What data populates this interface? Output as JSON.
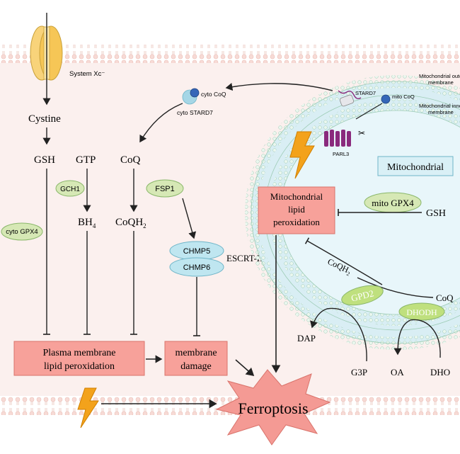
{
  "labels": {
    "system_xc": "System Xc⁻",
    "cystine": "Cystine",
    "gsh_left": "GSH",
    "gtp": "GTP",
    "coq_cyto": "CoQ",
    "gch1": "GCH1",
    "bh4": "BH",
    "bh4_sub": "4",
    "fsp1": "FSP1",
    "coqh2_left": "CoQH",
    "coqh2_left_sub": "2",
    "cyto_gpx4": "cyto GPX4",
    "chmp5": "CHMP5",
    "chmp6": "CHMP6",
    "escrt": "ESCRT-III",
    "pm_lipid_line1": "Plasma membrane",
    "pm_lipid_line2": "lipid peroxidation",
    "membrane_damage_line1": "membrane",
    "membrane_damage_line2": "damage",
    "ferroptosis": "Ferroptosis",
    "cyto_coq_small": "cyto CoQ",
    "cyto_stard7": "cyto STARD7",
    "stard7": "STARD7",
    "mito_coq_small": "mito CoQ",
    "mito_outer": "Mitochondrial outer",
    "mito_outer2": "membrane",
    "mito_inner": "Mitochondrial inner",
    "mito_inner2": "membrane",
    "parl3": "PARL3",
    "mitochondrial": "Mitochondrial",
    "mito_lipid_line1": "Mitochondrial",
    "mito_lipid_line2": "lipid",
    "mito_lipid_line3": "peroxidation",
    "mito_gpx4": "mito GPX4",
    "gsh_right": "GSH",
    "coqh2_mito": "CoQH",
    "coqh2_mito_sub": "2",
    "coq_mito": "CoQ",
    "gpd2": "GPD2",
    "dhodh": "DHODH",
    "dap": "DAP",
    "g3p": "G3P",
    "oa": "OA",
    "dho": "DHO"
  },
  "colors": {
    "box_fill": "#f7a19a",
    "box_stroke": "#d9736b",
    "enzyme_green": "#d6e8b5",
    "enzyme_green_stroke": "#8ab76a",
    "chmp_blue": "#bfe6f0",
    "chmp_stroke": "#6fb5c8",
    "mito_fill": "#d9eef4",
    "membrane_pink": "#f4cfc9",
    "star_fill": "#f49a94",
    "bolt_fill": "#f3a21b"
  }
}
